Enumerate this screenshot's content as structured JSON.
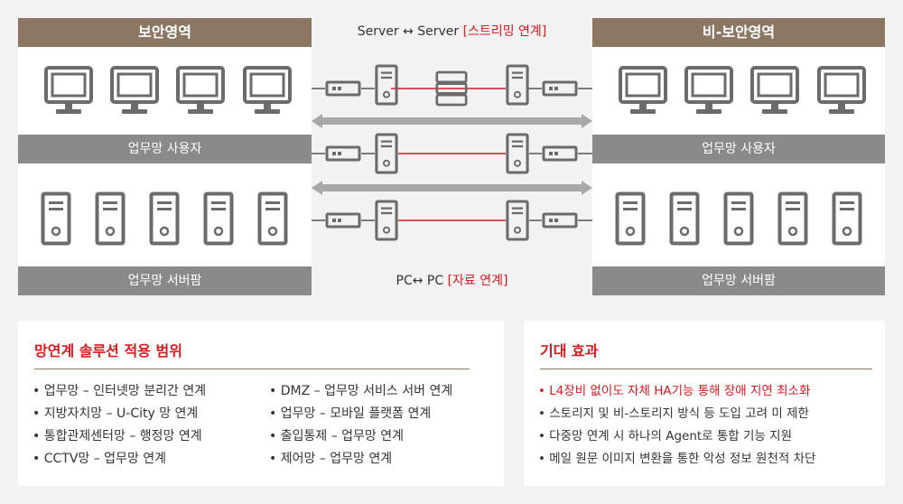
{
  "secure_zone": {
    "header": "보안영역",
    "user_bar": "업무망 사용자",
    "server_bar": "업무망 서버팜"
  },
  "nonsecure_zone": {
    "header": "비-보안영역",
    "user_bar": "업무망 사용자",
    "server_bar": "업무망 서버팜"
  },
  "middle": {
    "server_title_main": "Server ↔ Server ",
    "server_title_red": "[스트리밍 연계]",
    "pc_title_main": "PC↔ PC ",
    "pc_title_red": "[자료 연계]"
  },
  "scope_card": {
    "title": "망연계 솔루션 적용 범위",
    "left_items": [
      "업무망 – 인터넷망 분리간 연계",
      "지방자치망 – U-City 망 연계",
      "통합관제센터망 – 행정망 연계",
      "CCTV망 – 업무망 연계"
    ],
    "right_items": [
      "DMZ – 업무망 서비스 서버 연계",
      "업무망 – 모바일 플랫폼 연계",
      "출입통제 – 업무망 연계",
      "제어망 – 업무망 연계"
    ]
  },
  "effect_card": {
    "title": "기대 효과",
    "items": [
      "L4장비 없이도 자체 HA기능 통해 장애 지연 최소화",
      "스토리지 및 비-스토리지 방식 등 도입 고려 미 제한",
      "다중망 연계 시 하나의 Agent로 통합 기능 지원",
      "메일 원문 이미지 변환을 통한 악성 정보 원천적 차단"
    ]
  },
  "colors": {
    "brown": "#8b7762",
    "gray_bar": "#8a8a8a",
    "icon": "#6b6b6b",
    "red": "#d71920"
  }
}
